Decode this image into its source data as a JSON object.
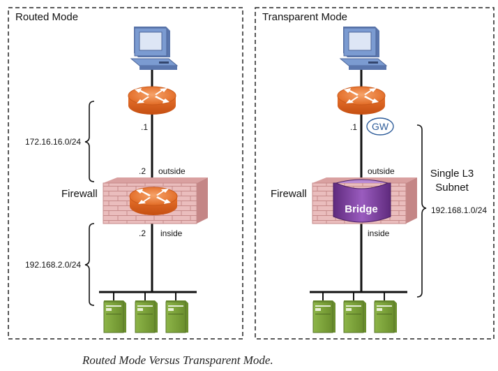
{
  "routed": {
    "title": "Routed Mode",
    "upper_dot": ".1",
    "fw_outside_dot": ".2",
    "outside_label": "outside",
    "fw_inside_dot": ".2",
    "inside_label": "inside",
    "upper_subnet": "172.16.16.0/24",
    "lower_subnet": "192.168.2.0/24",
    "firewall_label": "Firewall"
  },
  "transparent": {
    "title": "Transparent Mode",
    "upper_dot": ".1",
    "gw_label": "GW",
    "outside_label": "outside",
    "inside_label": "inside",
    "bridge_label": "Bridge",
    "firewall_label": "Firewall",
    "subnet_title_1": "Single L3",
    "subnet_title_2": "Subnet",
    "subnet": "192.168.1.0/24"
  },
  "caption": "Routed Mode Versus Transparent Mode.",
  "icons": [
    "computer-icon",
    "router-icon",
    "firewall-icon",
    "bridge-icon",
    "server-icon"
  ],
  "colors": {
    "router": "#e9762e",
    "computer": "#6f8fc9",
    "firewall": "#e7b5b5",
    "bridge": "#7a3c9a",
    "server": "#7fa23c"
  }
}
